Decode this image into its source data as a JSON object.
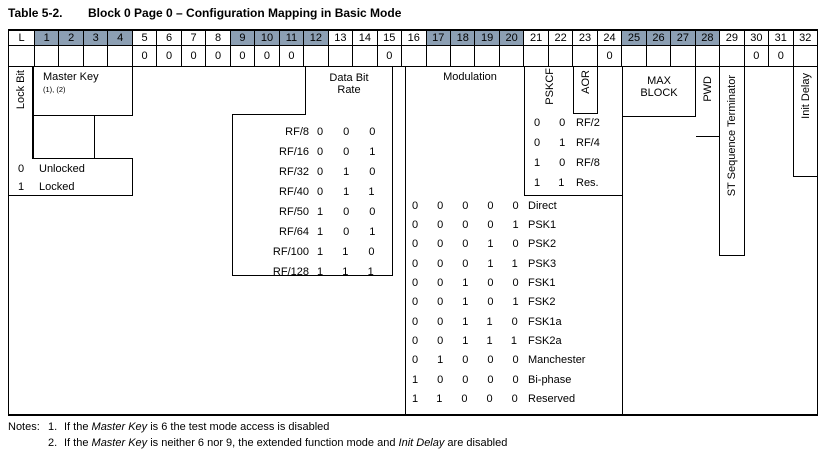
{
  "title": {
    "prefix": "Table 5-2.",
    "text": "Block 0 Page 0 – Configuration Mapping in Basic Mode"
  },
  "colors": {
    "header_shade": "#8C9FB3",
    "border": "#000000",
    "background": "#FFFFFF"
  },
  "header": {
    "cols": [
      "L",
      "1",
      "2",
      "3",
      "4",
      "5",
      "6",
      "7",
      "8",
      "9",
      "10",
      "11",
      "12",
      "13",
      "14",
      "15",
      "16",
      "17",
      "18",
      "19",
      "20",
      "21",
      "22",
      "23",
      "24",
      "25",
      "26",
      "27",
      "28",
      "29",
      "30",
      "31",
      "32"
    ],
    "values": [
      "",
      "",
      "",
      "",
      "",
      "0",
      "0",
      "0",
      "0",
      "0",
      "0",
      "0",
      "",
      "",
      "",
      "0",
      "",
      "",
      "",
      "",
      "",
      "",
      "",
      "",
      "0",
      "",
      "",
      "",
      "",
      "",
      "0",
      "0",
      ""
    ]
  },
  "body": {
    "lock_bit_label": "Lock Bit",
    "master_key": {
      "label": "Master Key",
      "sup": "(1), (2)"
    },
    "lock_rows": [
      {
        "bit": "0",
        "label": "Unlocked"
      },
      {
        "bit": "1",
        "label": "Locked"
      }
    ],
    "bitrate": {
      "label_line1": "Data Bit",
      "label_line2": "Rate",
      "rows": [
        {
          "label": "RF/8",
          "bits": "000"
        },
        {
          "label": "RF/16",
          "bits": "001"
        },
        {
          "label": "RF/32",
          "bits": "010"
        },
        {
          "label": "RF/40",
          "bits": "011"
        },
        {
          "label": "RF/50",
          "bits": "100"
        },
        {
          "label": "RF/64",
          "bits": "101"
        },
        {
          "label": "RF/100",
          "bits": "110"
        },
        {
          "label": "RF/128",
          "bits": "111"
        }
      ]
    },
    "modulation": {
      "label": "Modulation",
      "rows": [
        {
          "bits": "00000",
          "label": "Direct"
        },
        {
          "bits": "00001",
          "label": "PSK1"
        },
        {
          "bits": "00010",
          "label": "PSK2"
        },
        {
          "bits": "00011",
          "label": "PSK3"
        },
        {
          "bits": "00100",
          "label": "FSK1"
        },
        {
          "bits": "00101",
          "label": "FSK2"
        },
        {
          "bits": "00110",
          "label": "FSK1a"
        },
        {
          "bits": "00111",
          "label": "FSK2a"
        },
        {
          "bits": "01000",
          "label": "Manchester"
        },
        {
          "bits": "10000",
          "label": "Bi-phase"
        },
        {
          "bits": "11000",
          "label": "Reserved"
        }
      ]
    },
    "pskcf": {
      "label": "PSKCF",
      "aor_label": "AOR",
      "rows": [
        {
          "bits": "00",
          "label": "RF/2"
        },
        {
          "bits": "01",
          "label": "RF/4"
        },
        {
          "bits": "10",
          "label": "RF/8"
        },
        {
          "bits": "11",
          "label": "Res."
        }
      ]
    },
    "max_block": {
      "line1": "MAX",
      "line2": "BLOCK"
    },
    "pwd_label": "PWD",
    "st_label": "ST Sequence Terminator",
    "init_delay_label": "Init Delay"
  },
  "notes": {
    "label": "Notes:",
    "items": [
      {
        "num": "1.",
        "seg1": "If the ",
        "it1": "Master Key",
        "seg2": " is 6 the test mode access is disabled",
        "it2": "",
        "seg3": ""
      },
      {
        "num": "2.",
        "seg1": "If the ",
        "it1": "Master Key",
        "seg2": " is neither 6 nor 9, the extended function mode and ",
        "it2": "Init Delay",
        "seg3": " are disabled"
      }
    ]
  }
}
